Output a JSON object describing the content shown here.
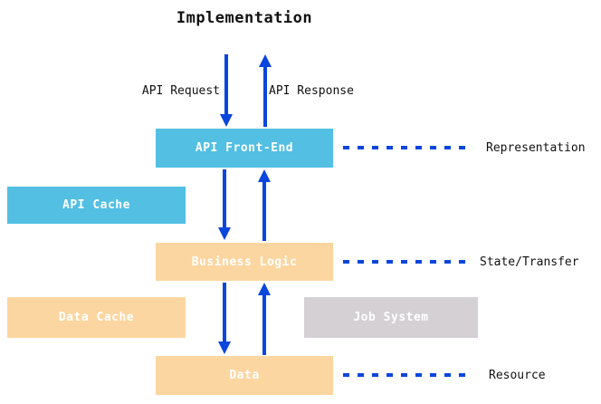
{
  "title": "Implementation",
  "flow_labels": {
    "request": "API Request",
    "response": "API Response"
  },
  "boxes": {
    "api_front_end": "API Front-End",
    "api_cache": "API Cache",
    "business_logic": "Business Logic",
    "data_cache": "Data Cache",
    "job_system": "Job System",
    "data": "Data"
  },
  "layer_labels": {
    "representation": "Representation",
    "state_transfer": "State/Transfer",
    "resource": "Resource"
  },
  "colors": {
    "blue_box": "#52bfe3",
    "orange_box": "#fcd6a0",
    "gray_box": "#d4d0d4",
    "arrow_blue": "#0a46dc",
    "box_text": "#ffffff",
    "label_text": "#111111"
  }
}
